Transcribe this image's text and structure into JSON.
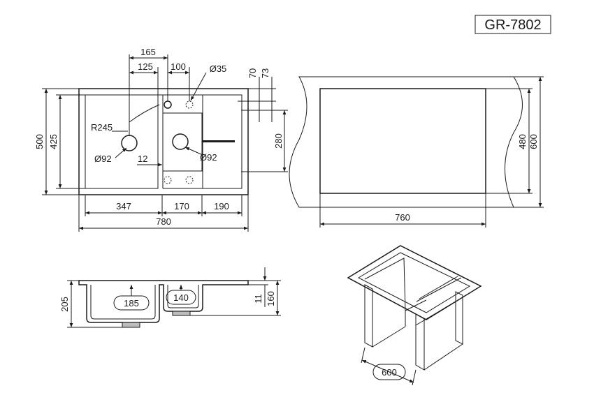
{
  "model": "GR-7802",
  "top_view": {
    "total_width": "780",
    "bowl1_width": "347",
    "bowl2_width": "170",
    "drainboard_width": "190",
    "offset_165": "165",
    "offset_125": "125",
    "offset_100": "100",
    "tap_hole": "Ø35",
    "height_total": "500",
    "height_bowl": "425",
    "dim_70": "70",
    "dim_73": "73",
    "dim_280": "280",
    "radius": "R245",
    "drain1": "Ø92",
    "drain2": "Ø92",
    "dim_12": "12"
  },
  "cutout": {
    "width_inner": "760",
    "height_inner": "480",
    "height_outer": "600"
  },
  "section": {
    "depth_total": "205",
    "bowl1_depth": "185",
    "bowl2_depth": "140",
    "rim_thickness": "11",
    "height_160": "160"
  },
  "cabinet": {
    "width": "600"
  }
}
